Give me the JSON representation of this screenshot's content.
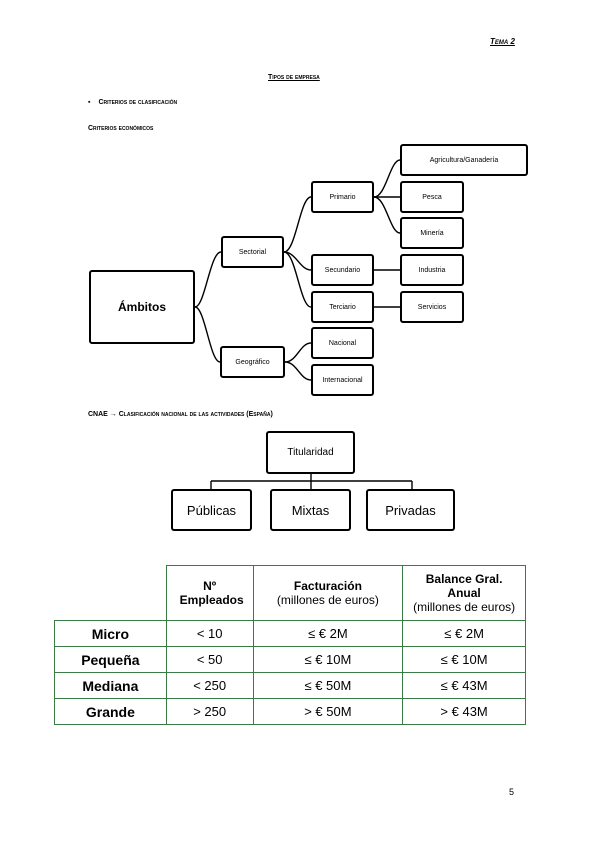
{
  "header": {
    "tema": "Tema 2",
    "page_number": "5"
  },
  "title": "Tipos de empresa",
  "bullet": {
    "marker": "▪",
    "text": "Criterios de clasificación"
  },
  "subheading": "Criterios económicos",
  "tree": {
    "root": "Ámbitos",
    "sectorial": "Sectorial",
    "geografico": "Geográfico",
    "primario": "Primario",
    "secundario": "Secundario",
    "terciario": "Terciario",
    "agricultura": "Agricultura/Ganadería",
    "pesca": "Pesca",
    "mineria": "Minería",
    "industria": "Industria",
    "servicios": "Servicios",
    "nacional": "Nacional",
    "internacional": "Internacional"
  },
  "cnae": {
    "prefix": "CNAE",
    "arrow": "→",
    "text": "Clasificación nacional de las actividades (España)"
  },
  "titularidad": {
    "root": "Titularidad",
    "children": [
      "Públicas",
      "Mixtas",
      "Privadas"
    ]
  },
  "table": {
    "headers": [
      {
        "main": "Nº Empleados",
        "sub": ""
      },
      {
        "main": "Facturación",
        "sub": "(millones de euros)"
      },
      {
        "main": "Balance Gral. Anual",
        "sub": "(millones de euros)"
      }
    ],
    "rows": [
      {
        "label": "Micro",
        "empleados": "< 10",
        "facturacion": "≤ € 2M",
        "balance": "≤ € 2M"
      },
      {
        "label": "Pequeña",
        "empleados": "< 50",
        "facturacion": "≤ € 10M",
        "balance": "≤ € 10M"
      },
      {
        "label": "Mediana",
        "empleados": "< 250",
        "facturacion": "≤ € 50M",
        "balance": "≤ € 43M"
      },
      {
        "label": "Grande",
        "empleados": "> 250",
        "facturacion": "> € 50M",
        "balance": "> € 43M"
      }
    ]
  }
}
